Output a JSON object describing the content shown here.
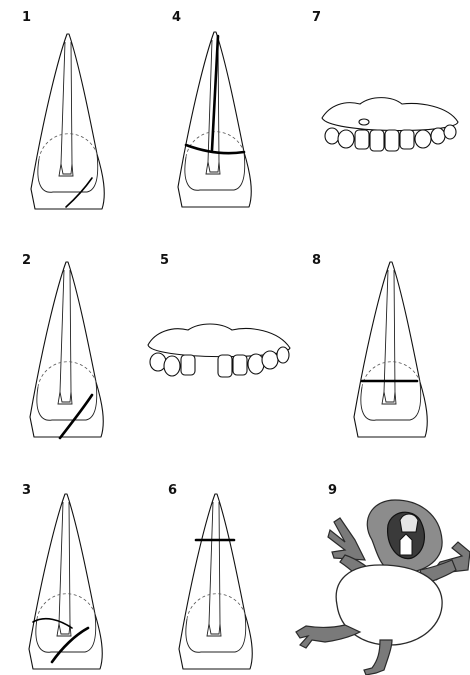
{
  "panels": [
    {
      "number": "1"
    },
    {
      "number": "4"
    },
    {
      "number": "7"
    },
    {
      "number": "2"
    },
    {
      "number": "5"
    },
    {
      "number": "8"
    },
    {
      "number": "3"
    },
    {
      "number": "6"
    },
    {
      "number": "9"
    }
  ]
}
